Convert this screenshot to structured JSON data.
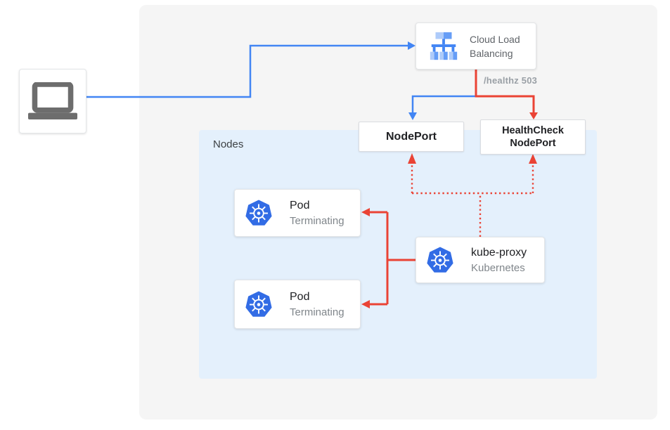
{
  "colors": {
    "blue": "#4285f4",
    "red": "#ea4335",
    "canvas_bg": "#f5f5f5",
    "nodes_bg": "#e4f0fc",
    "card_border": "#e4e6e8",
    "port_border": "#dadce0",
    "text_dark": "#202124",
    "text_gray": "#5f6368",
    "text_subtle": "#80868b",
    "healthz_gray": "#9aa0a6",
    "kubernetes_blue": "#326ce5",
    "icon_light_blue": "#aecbfa",
    "icon_mid_blue": "#669df6",
    "laptop_gray": "#6d6d6d"
  },
  "client": {
    "icon": "laptop-icon"
  },
  "cloud_lb": {
    "label": "Cloud Load Balancing",
    "icon": "cloud-load-balancing-icon"
  },
  "healthz_label": "/healthz 503",
  "nodeport": {
    "label": "NodePort"
  },
  "healthcheck_nodeport": {
    "label": "HealthCheck NodePort"
  },
  "nodes_container": {
    "label": "Nodes"
  },
  "pods": [
    {
      "title": "Pod",
      "subtitle": "Terminating",
      "icon": "kubernetes-icon"
    },
    {
      "title": "Pod",
      "subtitle": "Terminating",
      "icon": "kubernetes-icon"
    }
  ],
  "kube_proxy": {
    "title": "kube-proxy",
    "subtitle": "Kubernetes",
    "icon": "kubernetes-icon"
  }
}
